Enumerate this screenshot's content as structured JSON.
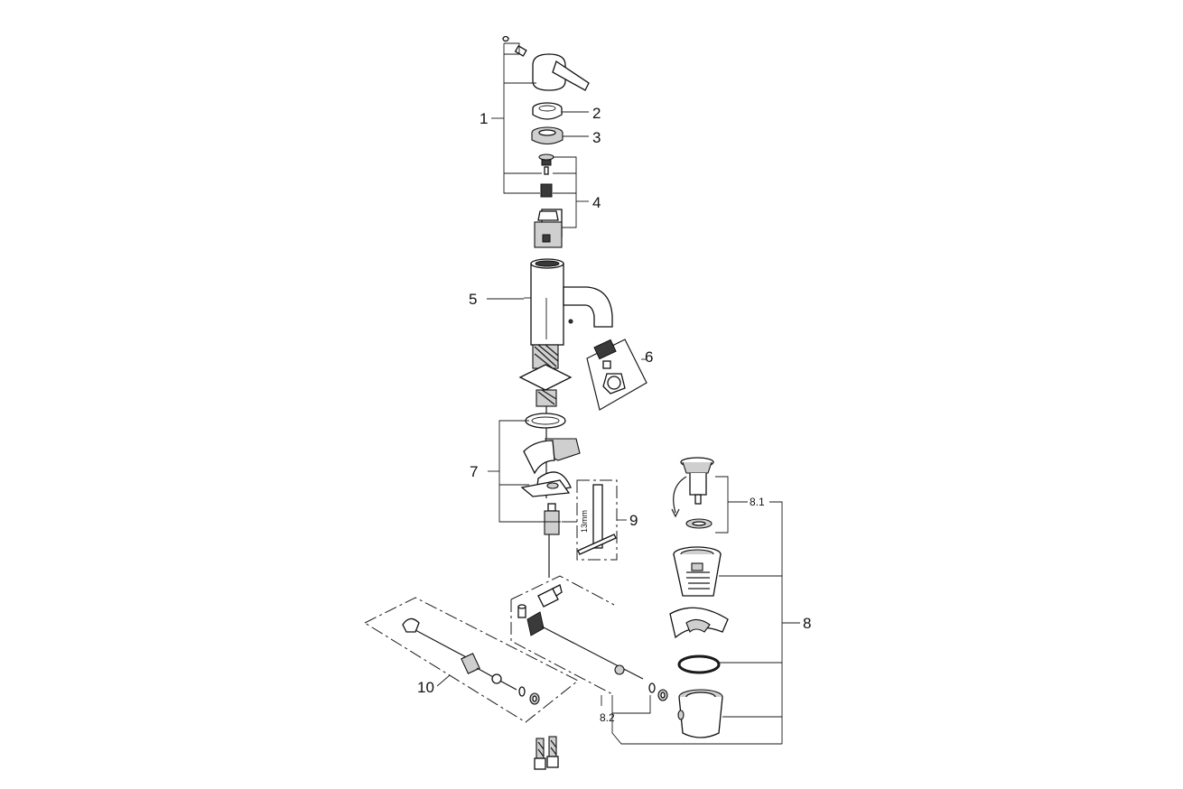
{
  "labels": {
    "p1": "1",
    "p2": "2",
    "p3": "3",
    "p4": "4",
    "p5": "5",
    "p6": "6",
    "p7": "7",
    "p8": "8",
    "p8_1": "8.1",
    "p8_2": "8.2",
    "p9": "9",
    "p10": "10"
  },
  "tool": {
    "size": "13mm"
  }
}
